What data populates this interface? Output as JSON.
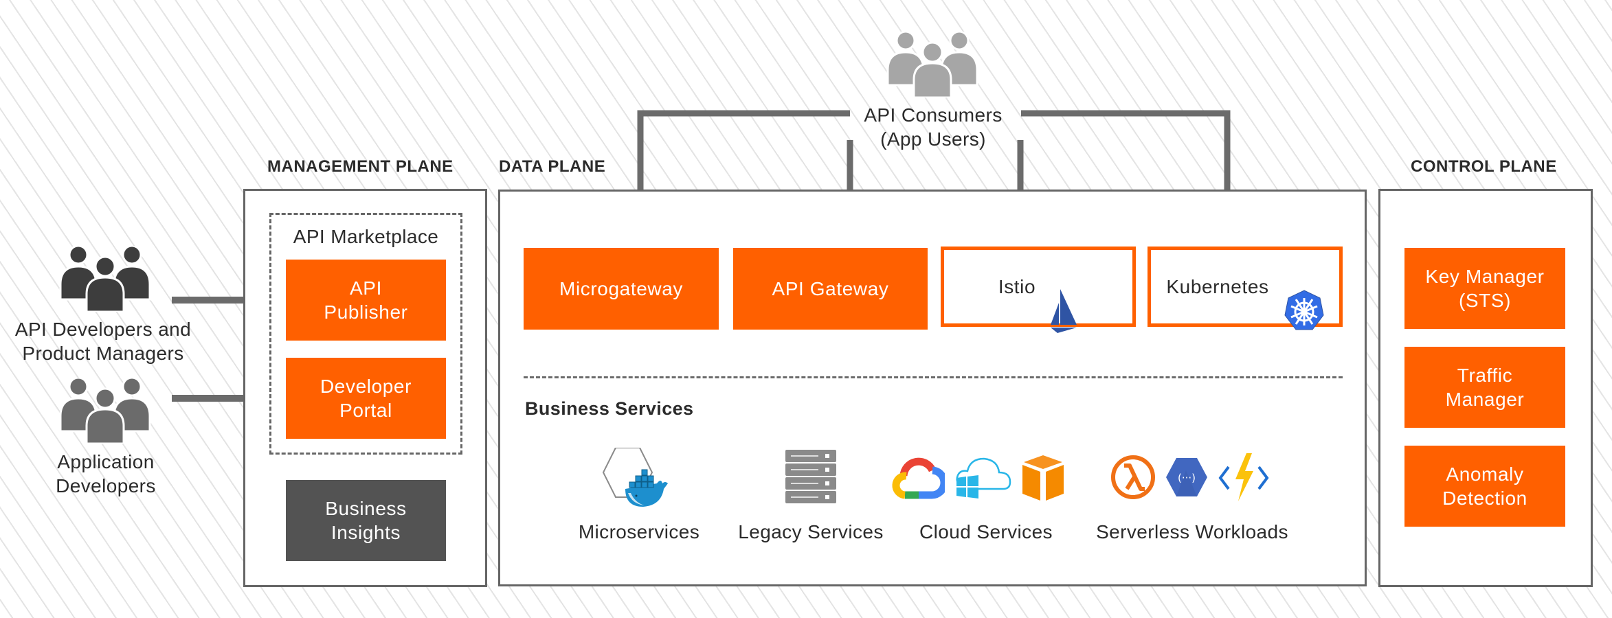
{
  "actors": {
    "api_consumers": {
      "label": "API Consumers\n(App Users)",
      "icon": "users-group-icon",
      "color": "#a6a6a6"
    },
    "api_developers": {
      "label": "API Developers and\nProduct Managers",
      "icon": "users-group-icon",
      "color": "#3d3d3d"
    },
    "application_developers": {
      "label": "Application\nDevelopers",
      "icon": "users-group-icon",
      "color": "#6b6b6b"
    }
  },
  "management_plane": {
    "title": "MANAGEMENT PLANE",
    "marketplace": {
      "title": "API Marketplace",
      "items": [
        {
          "label": "API\nPublisher"
        },
        {
          "label": "Developer\nPortal"
        }
      ]
    },
    "business_insights": {
      "label": "Business\nInsights"
    }
  },
  "data_plane": {
    "title": "DATA PLANE",
    "gateways": [
      {
        "label": "Microgateway",
        "style": "filled"
      },
      {
        "label": "API Gateway",
        "style": "filled"
      },
      {
        "label": "Istio",
        "style": "outline",
        "icon": "istio-sail-icon"
      },
      {
        "label": "Kubernetes",
        "style": "outline",
        "icon": "kubernetes-helm-icon"
      }
    ],
    "business_services": {
      "title": "Business Services",
      "groups": [
        {
          "label": "Microservices",
          "icons": [
            "docker-whale-hexagon-icon"
          ]
        },
        {
          "label": "Legacy Services",
          "icons": [
            "server-rack-icon"
          ]
        },
        {
          "label": "Cloud Services",
          "icons": [
            "google-cloud-icon",
            "azure-cloud-icon",
            "aws-box-icon"
          ]
        },
        {
          "label": "Serverless Workloads",
          "icons": [
            "aws-lambda-icon",
            "google-cloud-functions-icon",
            "azure-functions-icon"
          ]
        }
      ]
    }
  },
  "control_plane": {
    "title": "CONTROL PLANE",
    "items": [
      {
        "label": "Key Manager\n(STS)"
      },
      {
        "label": "Traffic\nManager"
      },
      {
        "label": "Anomaly\nDetection"
      }
    ]
  },
  "colors": {
    "accent": "#ff6000",
    "dark_tile": "#535353",
    "connector": "#6b6b6b",
    "border": "#666666"
  }
}
